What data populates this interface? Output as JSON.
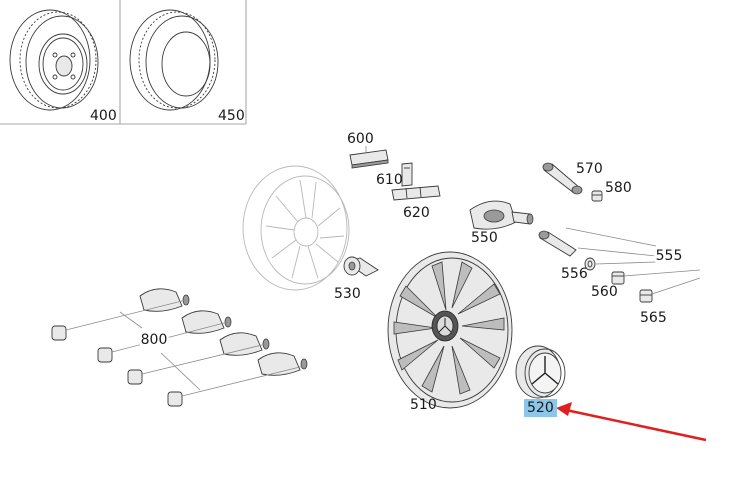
{
  "diagram": {
    "labels": {
      "p400": "400",
      "p450": "450",
      "p600": "600",
      "p610": "610",
      "p620": "620",
      "p570": "570",
      "p580": "580",
      "p550": "550",
      "p555": "555",
      "p556": "556",
      "p560": "560",
      "p565": "565",
      "p530": "530",
      "p800": "800",
      "p510": "510",
      "p520": "520"
    },
    "highlight": {
      "part": "520",
      "color": "#8cc6e8"
    },
    "arrow": {
      "color": "#e02020",
      "points_to": "520"
    }
  }
}
